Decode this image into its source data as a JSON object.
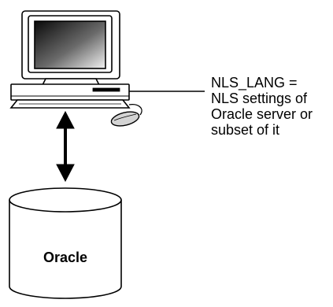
{
  "annotation": {
    "lines": [
      "NLS_LANG =",
      "NLS settings of",
      "Oracle server or",
      "subset of it"
    ]
  },
  "database": {
    "label": "Oracle"
  },
  "colors": {
    "stroke": "#000000",
    "background": "#ffffff",
    "screen_dark": "#111111",
    "screen_light": "#e8e8e8"
  },
  "icons": {
    "client": "workstation-icon",
    "server": "database-cylinder-icon",
    "link": "double-arrow-icon",
    "pointer": "mouse-icon"
  }
}
